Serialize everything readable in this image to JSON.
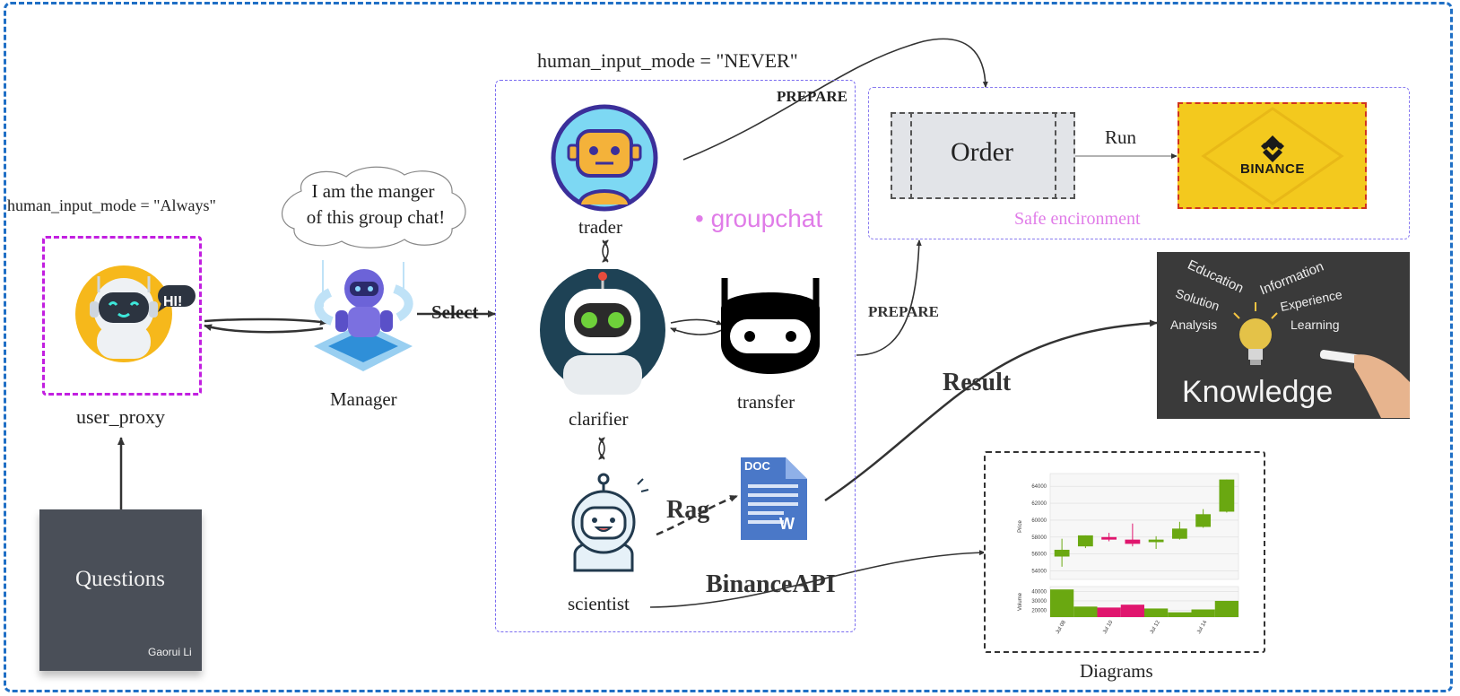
{
  "labels": {
    "user_mode": "human_input_mode = \"Always\"",
    "group_mode": "human_input_mode = \"NEVER\"",
    "manager_bubble_line1": "I am the manger",
    "manager_bubble_line2": "of this group chat!",
    "user_proxy": "user_proxy",
    "manager": "Manager",
    "select": "Select",
    "trader": "trader",
    "groupchat": "• groupchat",
    "clarifier": "clarifier",
    "transfer": "transfer",
    "scientist": "scientist",
    "rag": "Rag",
    "binance_api": "BinanceAPI",
    "prepare_top": "PREPARE",
    "prepare_mid": "PREPARE",
    "order": "Order",
    "run": "Run",
    "binance_logo": "BINANCE",
    "safe_env": "Safe encironment",
    "result": "Result",
    "diagrams": "Diagrams",
    "questions": "Questions",
    "author": "Gaorui Li",
    "hi": "HI!",
    "doc": "DOC",
    "w": "W"
  },
  "knowledge_words": [
    "Education",
    "Information",
    "Solution",
    "Experience",
    "Analysis",
    "Learning",
    "Knowledge"
  ],
  "chart_data": {
    "type": "candlestick",
    "categories": [
      "Jul 08",
      "Jul 10",
      "Jul 12",
      "Jul 14"
    ],
    "price_axis_label": "Price",
    "price_ticks": [
      "54000",
      "56000",
      "58000",
      "60000",
      "62000",
      "64000"
    ],
    "price_range": [
      53000,
      65500
    ],
    "volume_axis_label": "Volume",
    "volume_ticks": [
      "20000",
      "30000",
      "40000"
    ],
    "volume_range": [
      13000,
      45000
    ],
    "candles": [
      {
        "open": 55700,
        "close": 56500,
        "high": 57800,
        "low": 54500,
        "dir": "up"
      },
      {
        "open": 56900,
        "close": 58200,
        "high": 58200,
        "low": 56700,
        "dir": "up"
      },
      {
        "open": 58000,
        "close": 57700,
        "high": 58500,
        "low": 57500,
        "dir": "down"
      },
      {
        "open": 57700,
        "close": 57200,
        "high": 59600,
        "low": 56900,
        "dir": "down"
      },
      {
        "open": 57400,
        "close": 57700,
        "high": 58100,
        "low": 56600,
        "dir": "up"
      },
      {
        "open": 57800,
        "close": 59000,
        "high": 59800,
        "low": 57700,
        "dir": "up"
      },
      {
        "open": 59200,
        "close": 60700,
        "high": 61300,
        "low": 59100,
        "dir": "up"
      },
      {
        "open": 61000,
        "close": 64800,
        "high": 64800,
        "low": 60900,
        "dir": "up"
      }
    ],
    "volumes": [
      {
        "value": 42000,
        "dir": "up"
      },
      {
        "value": 24000,
        "dir": "up"
      },
      {
        "value": 23000,
        "dir": "down"
      },
      {
        "value": 26000,
        "dir": "down"
      },
      {
        "value": 22000,
        "dir": "up"
      },
      {
        "value": 18000,
        "dir": "up"
      },
      {
        "value": 21000,
        "dir": "up"
      },
      {
        "value": 30000,
        "dir": "up"
      }
    ],
    "colors": {
      "up": "#6aa811",
      "down": "#e0166e"
    }
  },
  "colors": {
    "frame": "#1f6fc5",
    "user_box": "#c21fe0",
    "group_box": "#7a6cf0",
    "groupchat_text": "#e07ce8",
    "safe_text": "#e07ce8",
    "binance_yellow": "#f3c91e",
    "questions_bg": "#4a4f58"
  }
}
